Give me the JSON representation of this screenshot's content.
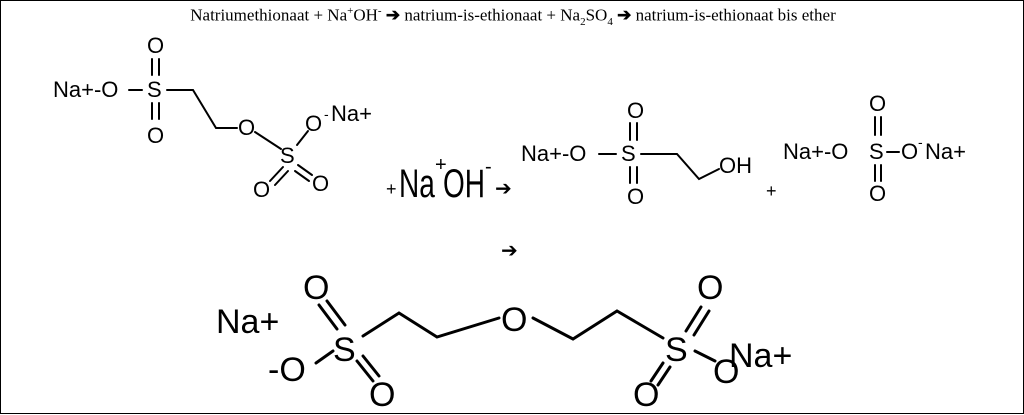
{
  "caption": {
    "part1": "Natriumethionaat + Na",
    "plus_sup": "+",
    "oh": "OH",
    "minus_sup": "-",
    "arrow1": "➔",
    "part2": "natrium-is-ethionaat + Na",
    "sub2": "2",
    "so": "SO",
    "sub4": "4",
    "arrow2": "➔",
    "part3": "natrium-is-ethionaat bis ether"
  },
  "reactant": {
    "na_left": "Na+-O",
    "o_top": "O",
    "s1": "S",
    "o_bottom": "O",
    "o_link": "O",
    "o_minus": "O",
    "minus": "-",
    "na_right": "Na+",
    "s2": "S",
    "o_s2_left": "O",
    "o_s2_right": "O"
  },
  "reagent": {
    "plus": "+",
    "naoh": "Na",
    "plus_sup": "+",
    "oh": "OH",
    "minus_sup": "-",
    "arrow": "➔"
  },
  "product1": {
    "na": "Na+-O",
    "s": "S",
    "o_top": "O",
    "o_bottom": "O",
    "oh": "OH",
    "plus": "+"
  },
  "product2": {
    "na_left": "Na+-O",
    "s": "S",
    "o_top": "O",
    "o_bottom": "O",
    "o_right": "O",
    "minus": "-",
    "na_right": "Na+"
  },
  "arrow_down": "➔",
  "product3": {
    "na_left": "Na+",
    "o_top_left": "O",
    "s_left": "S",
    "o_minus_left": "-O",
    "o_bottom_left": "O",
    "o_center": "O",
    "o_top_right": "O",
    "s_right": "S",
    "o_bottom_right": "O",
    "o_right": "O",
    "na_right": "Na+"
  }
}
